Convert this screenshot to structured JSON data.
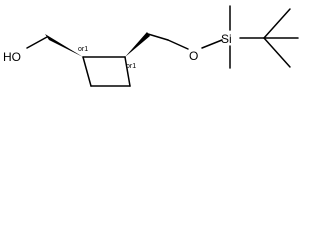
{
  "molecule": {
    "atoms": {
      "hydroxyl": "HO",
      "ether_oxygen": "O",
      "silicon": "Si"
    },
    "stereo_labels": [
      "or1",
      "or1"
    ]
  },
  "colors": {
    "ink": "#000000",
    "background": "#ffffff"
  }
}
